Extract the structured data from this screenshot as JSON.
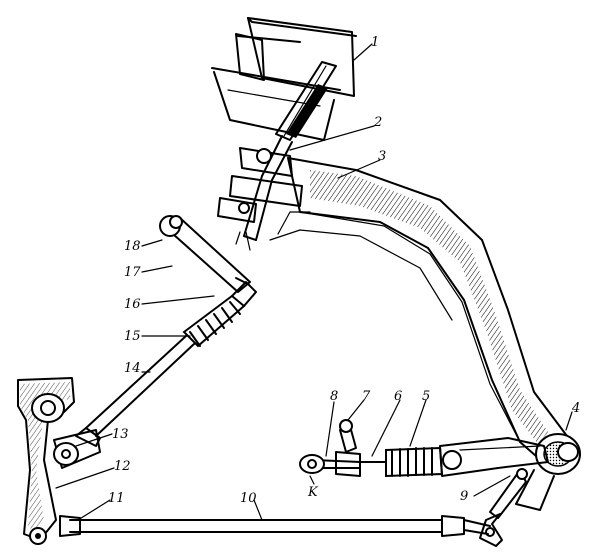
{
  "diagram": {
    "callouts": [
      {
        "id": "1",
        "text": "1"
      },
      {
        "id": "2",
        "text": "2"
      },
      {
        "id": "3",
        "text": "3"
      },
      {
        "id": "4",
        "text": "4"
      },
      {
        "id": "5",
        "text": "5"
      },
      {
        "id": "6",
        "text": "6"
      },
      {
        "id": "7",
        "text": "7"
      },
      {
        "id": "8",
        "text": "8"
      },
      {
        "id": "9",
        "text": "9"
      },
      {
        "id": "10",
        "text": "10"
      },
      {
        "id": "11",
        "text": "11"
      },
      {
        "id": "12",
        "text": "12"
      },
      {
        "id": "13",
        "text": "13"
      },
      {
        "id": "14",
        "text": "14"
      },
      {
        "id": "15",
        "text": "15"
      },
      {
        "id": "16",
        "text": "16"
      },
      {
        "id": "17",
        "text": "17"
      },
      {
        "id": "18",
        "text": "18"
      },
      {
        "id": "K",
        "text": "K"
      }
    ]
  }
}
